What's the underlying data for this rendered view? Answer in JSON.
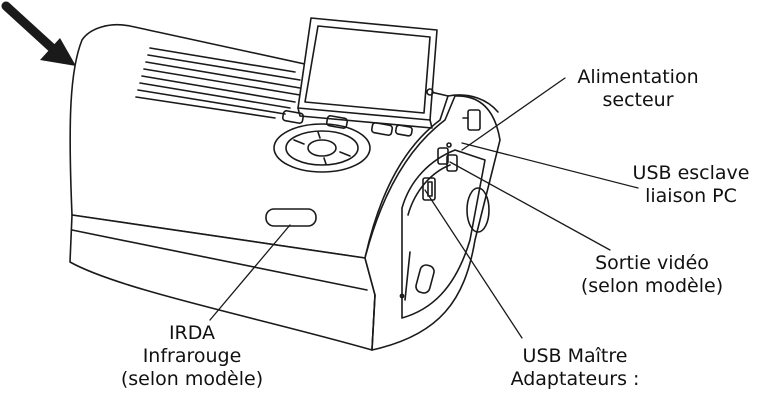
{
  "callouts": {
    "power": {
      "line1": "Alimentation",
      "line2": "secteur"
    },
    "usb_slave": {
      "line1": "USB esclave",
      "line2": "liaison PC"
    },
    "video": {
      "line1": "Sortie vidéo",
      "line2": "(selon modèle)"
    },
    "irda": {
      "line1": "IRDA",
      "line2": "Infrarouge",
      "line3": "(selon modèle)"
    },
    "usb_master": {
      "line1": "USB Maître",
      "line2": "Adaptateurs  :"
    }
  }
}
